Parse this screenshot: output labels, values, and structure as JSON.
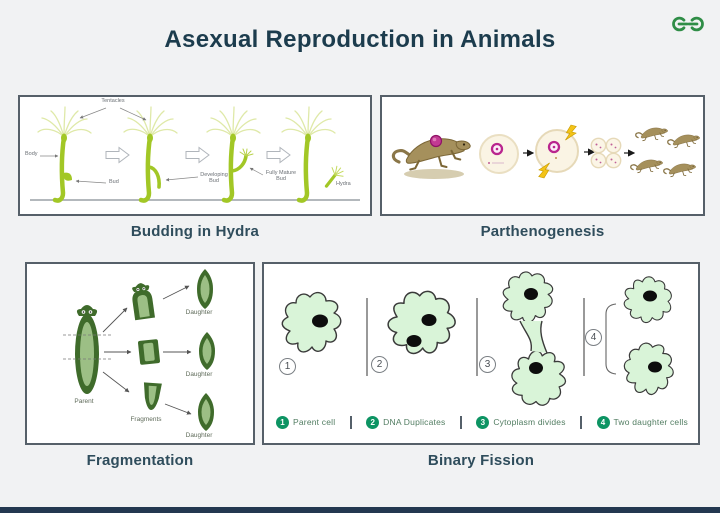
{
  "header": {
    "title": "Asexual Reproduction in Animals",
    "logo": "geeksforgeeks-logo",
    "logo_color": "#2f8d46"
  },
  "colors": {
    "page_background": "#f1f2f3",
    "title_navy": "#1c3c4d",
    "panel_border": "#566069",
    "footer_bar": "#233850",
    "hydra_green": "#a2c726",
    "tentacle_pale": "#dfe9a8",
    "worm_dark_green": "#3f6b2b",
    "worm_light_green": "#9cbf85",
    "amoeba_fill": "#d9f4d8",
    "egg_beige": "#faf4e4",
    "nucleus_magenta": "#b9258e",
    "bolt_yellow": "#f3c318",
    "lizard_brown": "#a5905c",
    "legend_green": "#0d9463"
  },
  "panels": {
    "budding": {
      "caption": "Budding in Hydra",
      "labels": {
        "tentacles": "Tentacles",
        "body": "Body",
        "bud": "Bud",
        "developing_bud": "Developing Bud",
        "fully_mature_bud": "Fully Mature Bud",
        "hydra": "Hydra"
      }
    },
    "parthenogenesis": {
      "caption": "Parthenogenesis"
    },
    "fragmentation": {
      "caption": "Fragmentation",
      "labels": {
        "parent": "Parent",
        "fragments": "Fragments",
        "daughters": [
          "Daughter",
          "Daughter",
          "Daughter"
        ]
      }
    },
    "binary_fission": {
      "caption": "Binary Fission",
      "stages": [
        {
          "num": "1",
          "label": "Parent cell"
        },
        {
          "num": "2",
          "label": "DNA Duplicates"
        },
        {
          "num": "3",
          "label": "Cytoplasm divides"
        },
        {
          "num": "4",
          "label": "Two daughter cells"
        }
      ]
    }
  }
}
